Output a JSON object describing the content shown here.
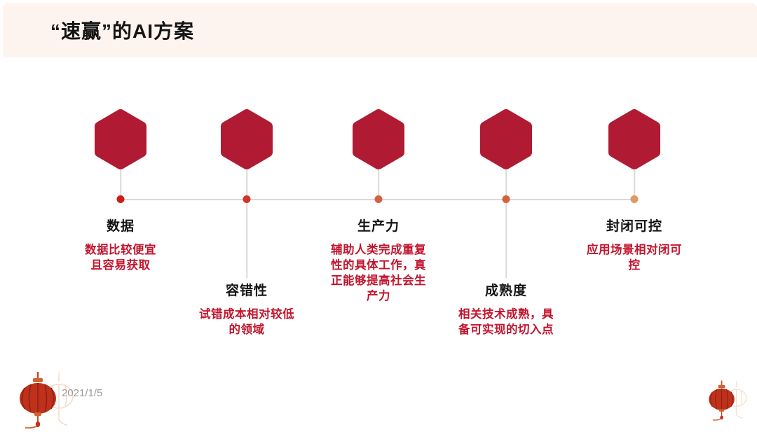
{
  "slide": {
    "title": "“速赢”的AI方案",
    "date": "2021/1/5"
  },
  "colors": {
    "header_bg": "#fdf3ef",
    "hexagon": "#b01a32",
    "title_text": "#141414",
    "desc_text": "#c2152d",
    "connector_line": "#d9d9d9"
  },
  "timeline": {
    "items": [
      {
        "title": "数据",
        "desc": [
          "数据比较便宜",
          "且容易获取"
        ],
        "dot_color": "#ce1c17"
      },
      {
        "title": "容错性",
        "desc": [
          "试错成本相对较低",
          "的领域"
        ],
        "dot_color": "#d2342a"
      },
      {
        "title": "生产力",
        "desc": [
          "辅助人类完成重复",
          "性的具体工作，真",
          "正能够提高社会生",
          "产力"
        ],
        "dot_color": "#d75f41"
      },
      {
        "title": "成熟度",
        "desc": [
          "相关技术成熟，具",
          "备可实现的切入点"
        ],
        "dot_color": "#d5603e"
      },
      {
        "title": "封闭可控",
        "desc": [
          "应用场景相对闭可",
          "控"
        ],
        "dot_color": "#dc9a64"
      }
    ]
  },
  "decorations": {
    "lantern_left": "chinese-lantern-icon",
    "lantern_right": "chinese-lantern-icon"
  }
}
